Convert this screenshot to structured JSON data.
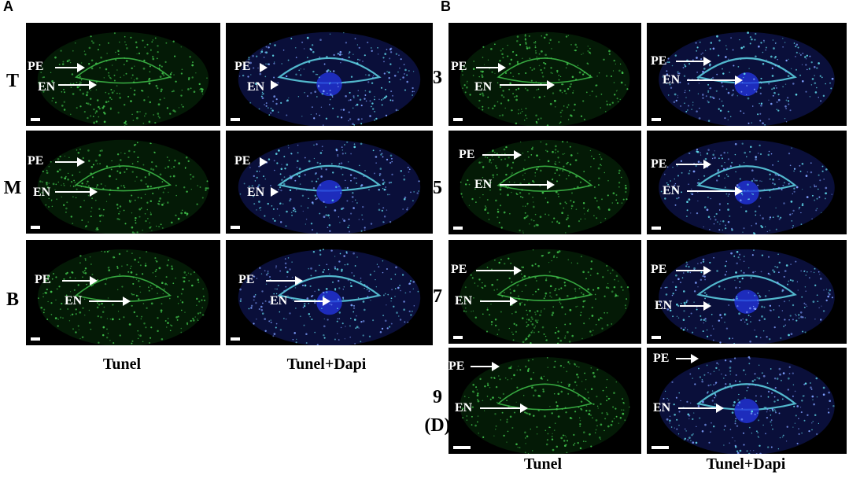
{
  "panels": {
    "A": {
      "letter": "A",
      "rows": [
        "T",
        "M",
        "B"
      ],
      "columns": [
        "Tunel",
        "Tunel+Dapi"
      ]
    },
    "B": {
      "letter": "B",
      "rows": [
        "3",
        "5",
        "7",
        "9"
      ],
      "row_extra": "(D)",
      "columns": [
        "Tunel",
        "Tunel+Dapi"
      ]
    }
  },
  "annotations": {
    "pe": "PE",
    "en": "EN"
  },
  "colors": {
    "background": "#000000",
    "tunel_green": "#3fbf4a",
    "dapi_blue": "#2233dd",
    "merge_cyan": "#5fd6e8",
    "arrow": "#ffffff"
  }
}
